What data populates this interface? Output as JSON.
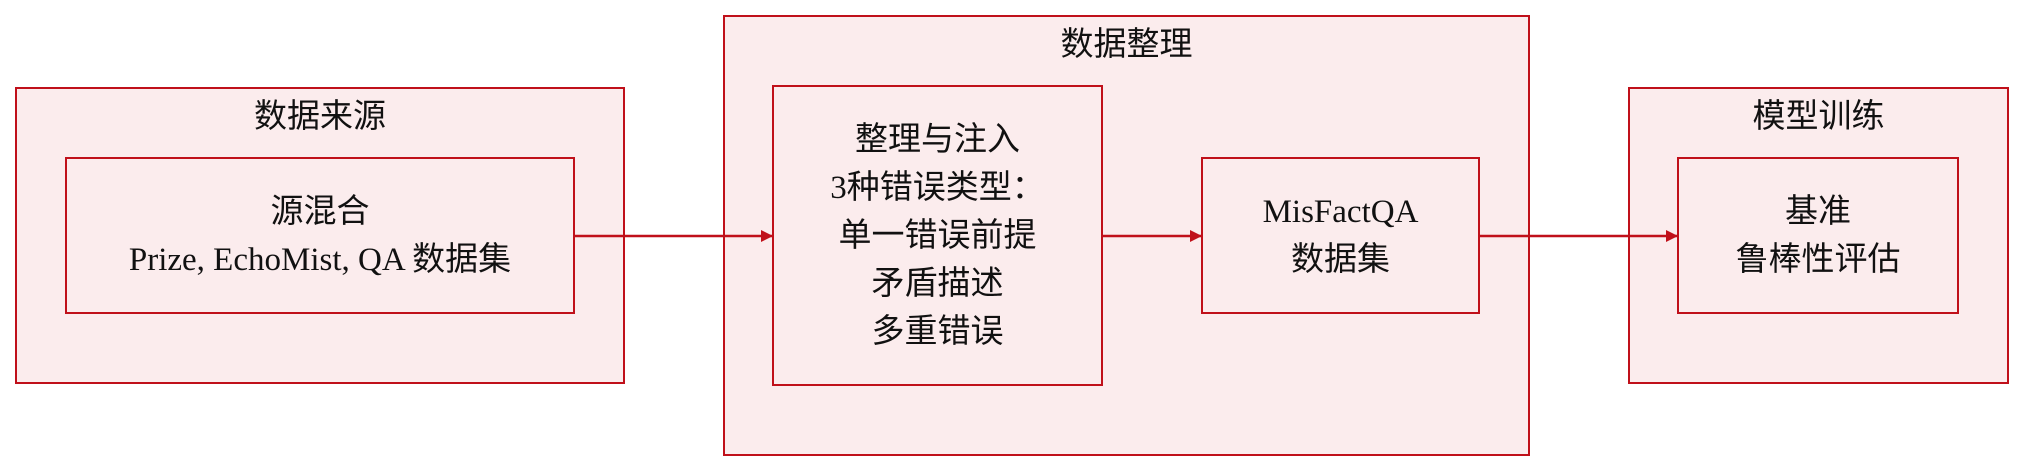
{
  "colors": {
    "stroke": "#c0101a",
    "fill": "#fbeced",
    "text": "#111111"
  },
  "groups": {
    "source": {
      "title": "数据来源"
    },
    "processing": {
      "title": "数据整理"
    },
    "training": {
      "title": "模型训练"
    }
  },
  "nodes": {
    "source_mix": {
      "lines": [
        "源混合",
        "Prize, EchoMist, QA 数据集"
      ]
    },
    "organize_inject": {
      "lines": [
        "整理与注入",
        "3种错误类型：",
        "单一错误前提",
        "矛盾描述",
        "多重错误"
      ]
    },
    "misfactqa": {
      "lines": [
        "MisFactQA",
        "数据集"
      ]
    },
    "benchmark": {
      "lines": [
        "基准",
        "鲁棒性评估"
      ]
    }
  },
  "edges": [
    {
      "from": "source_mix",
      "to": "organize_inject"
    },
    {
      "from": "organize_inject",
      "to": "misfactqa"
    },
    {
      "from": "misfactqa",
      "to": "benchmark"
    }
  ]
}
